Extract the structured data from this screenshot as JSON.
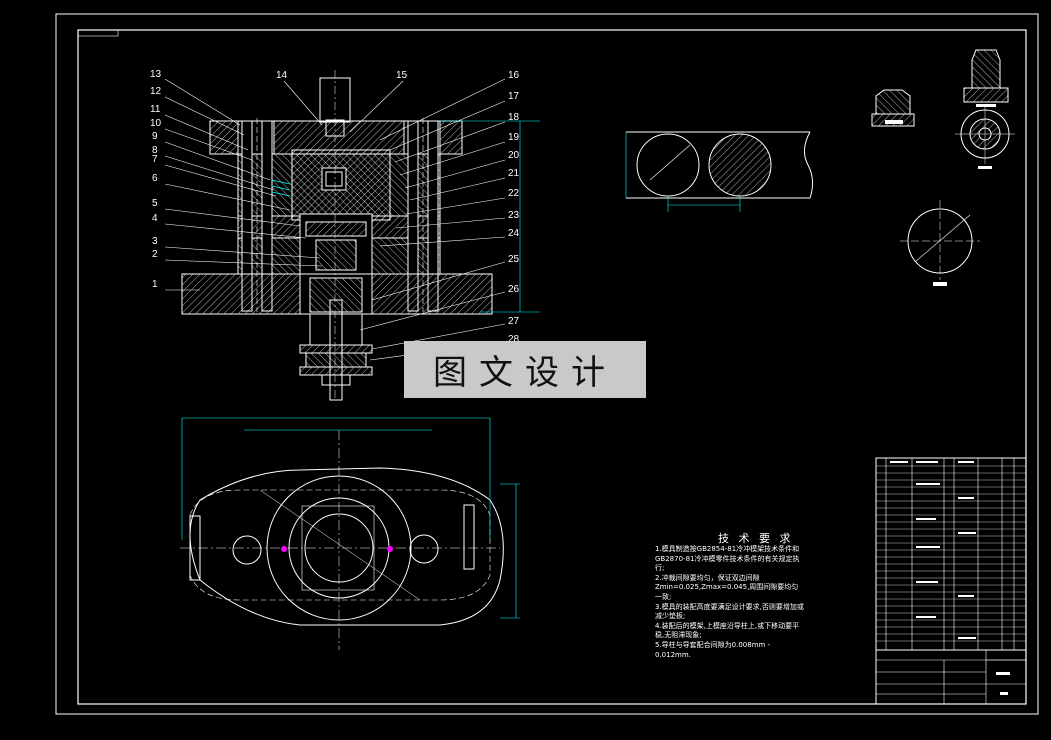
{
  "callouts": [
    "1",
    "2",
    "3",
    "4",
    "5",
    "6",
    "7",
    "8",
    "9",
    "10",
    "11",
    "12",
    "13",
    "14",
    "15",
    "16",
    "17",
    "18",
    "19",
    "20",
    "21",
    "22",
    "23",
    "24",
    "25",
    "26",
    "27",
    "28"
  ],
  "technical_requirements": {
    "title": "技 术 要 求",
    "items": [
      "1.模具制造按GB2854-81冷冲模架技术条件和GB2870-81冷冲模零件技术条件的有关规定执行;",
      "2.冲裁间隙要均匀，保证双边间隙",
      "Zmin=0.025,Zmax=0.045,周围间隙要均匀一致;",
      "3.模具的装配高度要满足设计要求,否则要增加或减少垫板;",
      "4.装配后的模架,上模座沿导柱上,或下移动要平稳,无阻滞现象;",
      "5.导柱与导套配合间隙为0.008mm - 0.012mm."
    ]
  },
  "watermark": "图文设计",
  "colors": {
    "background": "#000000",
    "line": "#ffffff",
    "dimension": "#00ffff",
    "section": "#ff00ff",
    "watermark_bg": "#c9c9c9"
  }
}
